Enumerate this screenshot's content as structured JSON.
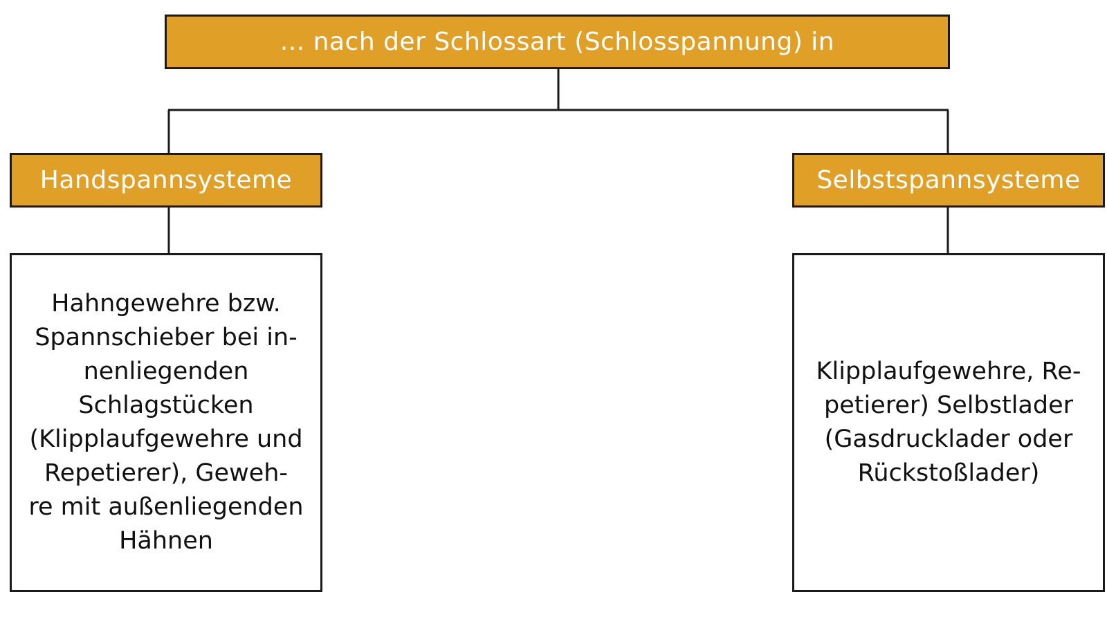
{
  "diagram": {
    "root": {
      "label": "... nach der Schlossart (Schlosspannung) in"
    },
    "branches": [
      {
        "label": "Handspannsysteme",
        "description": "Hahngewehre bzw.\nSpannschieber bei in-\nnenliegenden\nSchlagstücken\n(Klipplaufgewehre und\nRepetierer), Geweh-\nre mit außenliegenden\nHähnen"
      },
      {
        "label": "Selbstspannsysteme",
        "description": "Klipplaufgewehre, Re-\npetierer) Selbstlader\n(Gasdrucklader oder\nRückstoßlader)"
      }
    ]
  },
  "colors": {
    "header_fill": "#e0a028",
    "header_text": "#ffffff",
    "border": "#1a1a1a",
    "leaf_text": "#111111"
  }
}
